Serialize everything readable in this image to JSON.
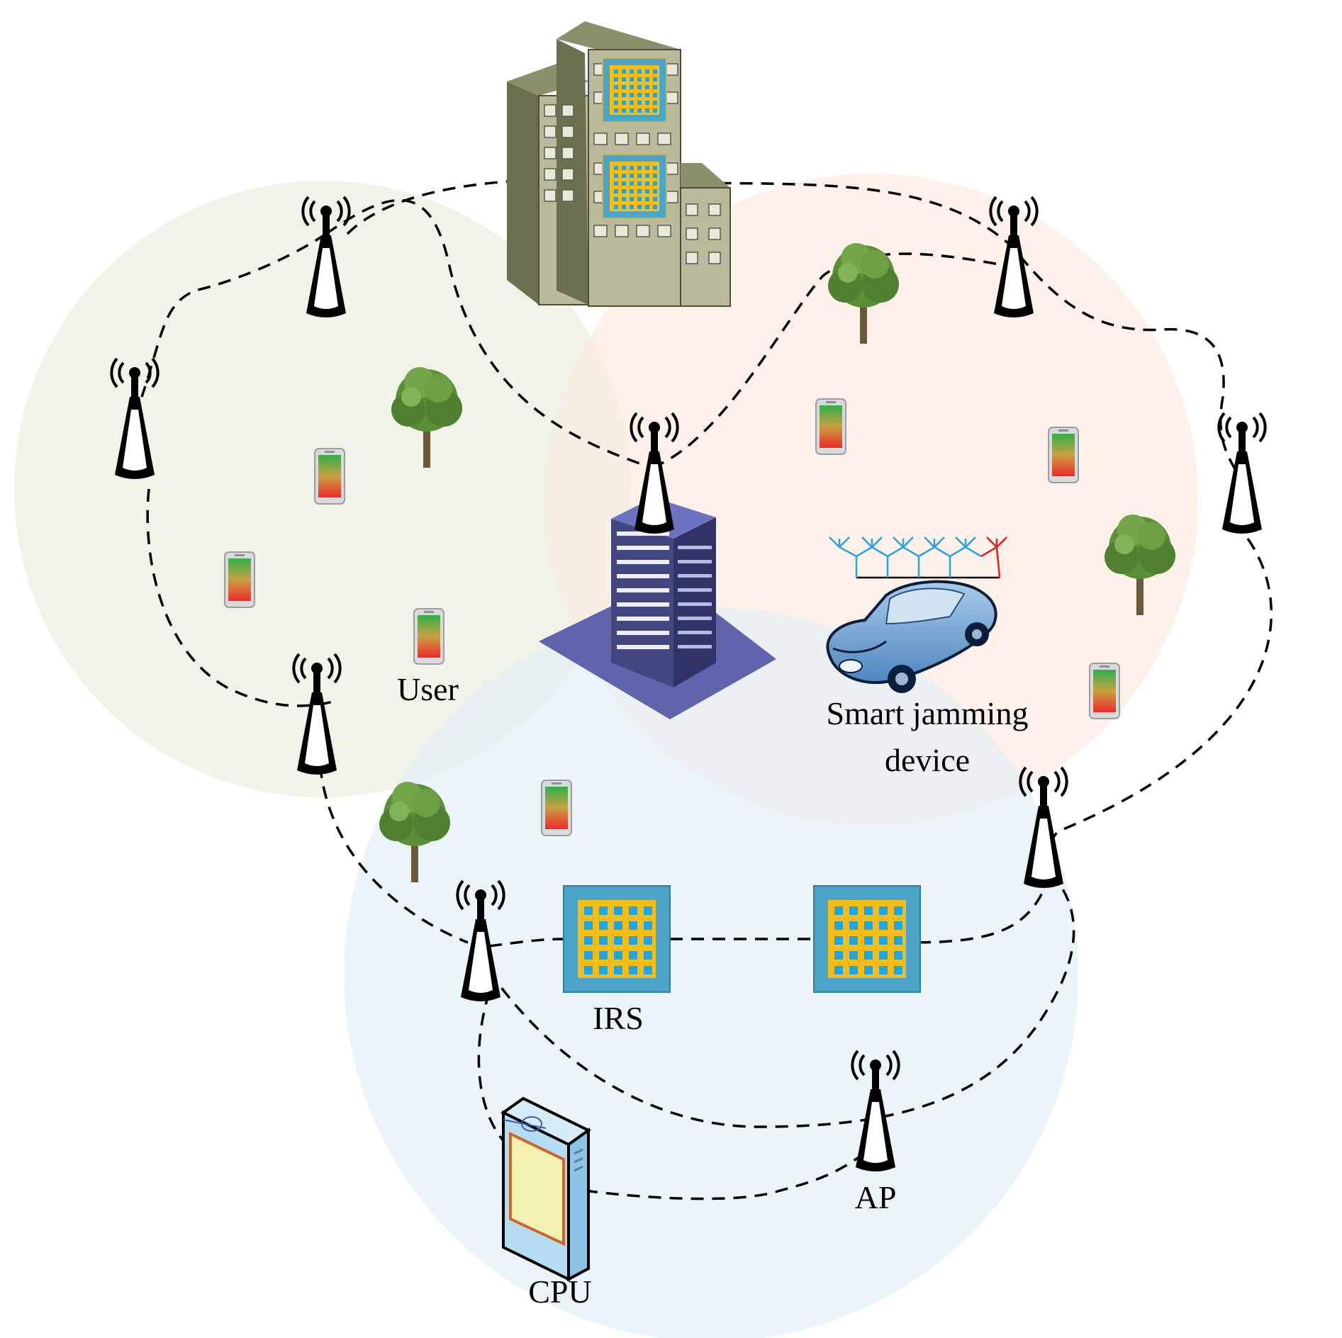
{
  "labels": {
    "user": "User",
    "jammer_line1": "Smart jamming",
    "jammer_line2": "device",
    "irs": "IRS",
    "ap": "AP",
    "cpu": "CPU"
  },
  "colors": {
    "cell_left": "#eef2e4",
    "cell_right": "#fcece3",
    "cell_bottom": "#e3eff5",
    "irs_frame": "#4aa5c8",
    "irs_element": "#f5bd16",
    "irs_dot": "#1fa6e0",
    "antenna": "#000000",
    "link": "#000000"
  },
  "icons": {
    "ap": "radio-antenna-icon",
    "user": "smartphone-icon",
    "tree": "tree-icon",
    "irs": "intelligent-reflecting-surface-icon",
    "cpu": "server-icon",
    "jammer": "car-with-antenna-array-icon",
    "buildings": "office-building-icon"
  }
}
